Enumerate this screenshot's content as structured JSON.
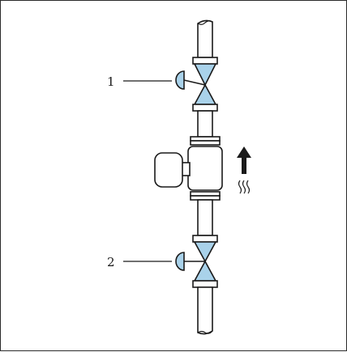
{
  "diagram": {
    "labels": [
      {
        "id": "callout-1",
        "text": "1"
      },
      {
        "id": "callout-2",
        "text": "2"
      }
    ],
    "colors": {
      "line": "#1a1a1a",
      "valve_fill": "#a9d2ea",
      "pipe_fill": "#ffffff",
      "border": "#2b2b2b"
    },
    "icons": [
      "flow-direction-arrow-icon",
      "flow-wave-icon"
    ]
  }
}
